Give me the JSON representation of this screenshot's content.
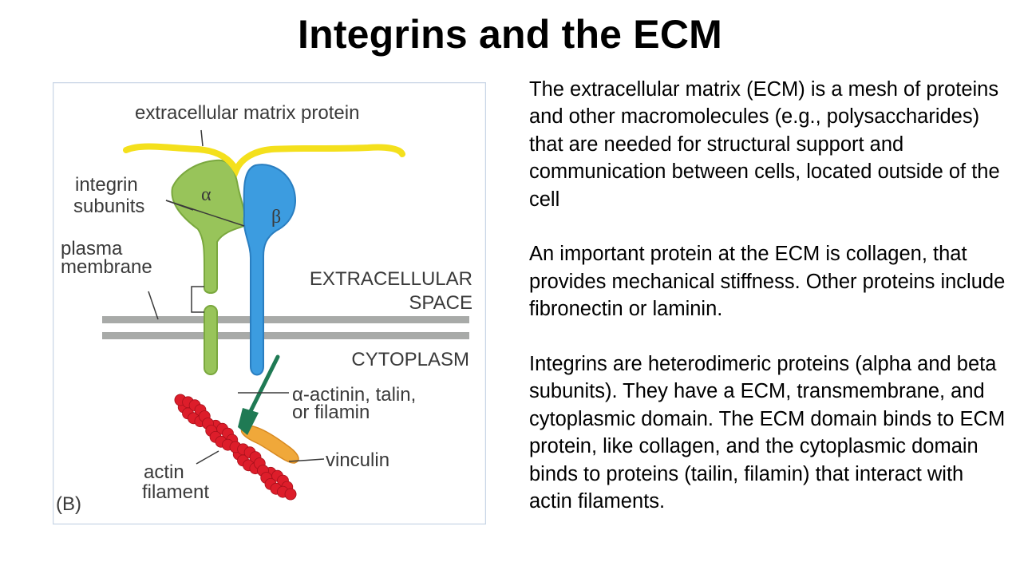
{
  "slide": {
    "title": "Integrins and the ECM"
  },
  "diagram": {
    "labels": {
      "ecm_protein": "extracellular matrix protein",
      "integrin_1": "integrin",
      "integrin_2": "subunits",
      "alpha": "α",
      "beta": "β",
      "plasma_1": "plasma",
      "plasma_2": "membrane",
      "extracellular_1": "EXTRACELLULAR",
      "extracellular_2": "SPACE",
      "cytoplasm": "CYTOPLASM",
      "actinin_1": "α-actinin, talin,",
      "actinin_2": "or filamin",
      "vinculin": "vinculin",
      "actin_1": "actin",
      "actin_2": "filament",
      "panel": "(B)"
    },
    "colors": {
      "alpha_subunit": "#98c45a",
      "beta_subunit": "#3c9ce0",
      "ecm_protein": "#f4e01c",
      "membrane": "#a8aaa8",
      "actin": "#dd1d2a",
      "actinin": "#1f7a54",
      "vinculin": "#f0a83a"
    }
  },
  "body": {
    "paragraphs": [
      "The extracellular matrix (ECM) is a mesh of proteins and other macromolecules (e.g., polysaccharides)  that are needed for structural support and communication between cells, located outside of the cell",
      "An important protein at the ECM is collagen, that provides mechanical stiffness. Other proteins include fibronectin or laminin.",
      "Integrins are heterodimeric proteins (alpha and beta subunits). They have a ECM, transmembrane, and cytoplasmic domain. The ECM domain binds to ECM protein, like collagen, and the cytoplasmic domain binds to proteins (tailin, filamin)  that interact with actin filaments."
    ]
  }
}
